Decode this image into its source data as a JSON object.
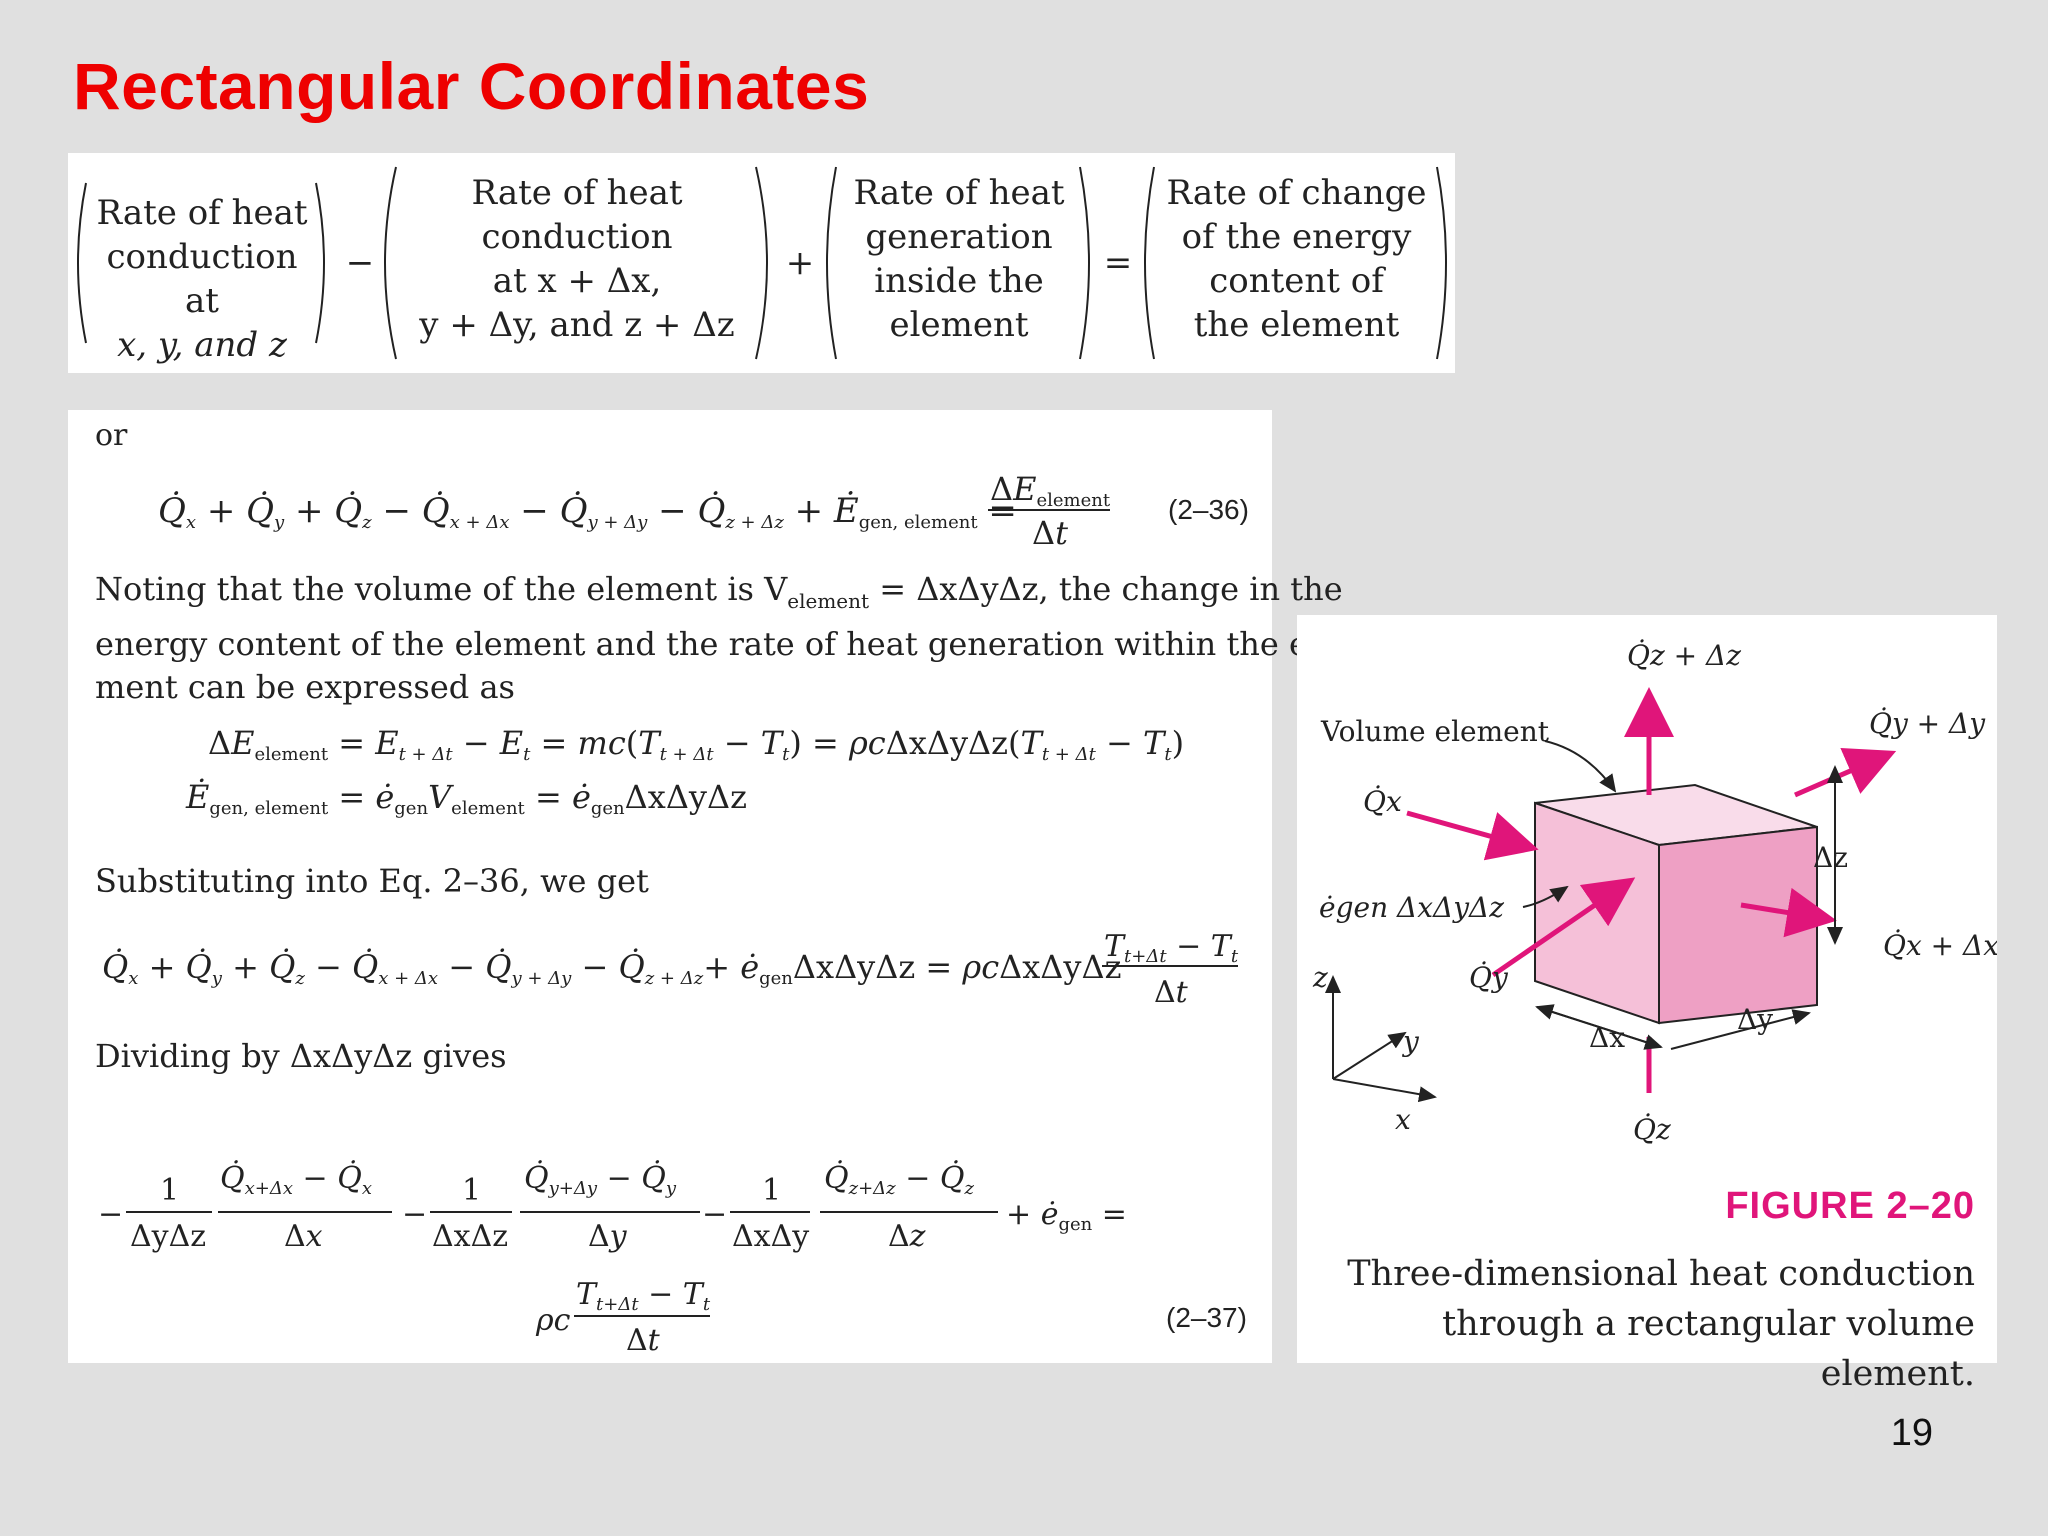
{
  "slide": {
    "title": "Rectangular Coordinates",
    "number": "19"
  },
  "balance": {
    "term1": [
      "Rate of heat",
      "conduction at",
      "x, y, and z"
    ],
    "term2": [
      "Rate of heat",
      "conduction",
      "at x + Δx,",
      "y + Δy, and z + Δz"
    ],
    "term3": [
      "Rate of heat",
      "generation",
      "inside the",
      "element"
    ],
    "term4": [
      "Rate of change",
      "of the energy",
      "content of",
      "the element"
    ],
    "op_minus": "−",
    "op_plus": "+",
    "op_equals": "="
  },
  "derivation": {
    "or": "or",
    "eq_2_36_label": "(2–36)",
    "noting_text": "Noting that the volume of the element is V",
    "noting_sub": "element",
    "noting_text2": " = ΔxΔyΔz, the change in the",
    "noting_line2": "energy content of the element and the rate of heat generation within the ele-",
    "noting_line3": "ment can be expressed as",
    "substituting": "Substituting into Eq. 2–36, we get",
    "dividing": "Dividing by ΔxΔyΔz gives",
    "eq_2_37_label": "(2–37)"
  },
  "figure": {
    "label_volume_element": "Volume element",
    "label_qx": "Q̇x",
    "label_qy": "Q̇y",
    "label_qz": "Q̇z",
    "label_qx_dx": "Q̇x + Δx",
    "label_qy_dy": "Q̇y + Δy",
    "label_qz_dz": "Q̇z + Δz",
    "label_egen": "ėgen ΔxΔyΔz",
    "label_dx": "Δx",
    "label_dy": "Δy",
    "label_dz": "Δz",
    "axis_x": "x",
    "axis_y": "y",
    "axis_z": "z",
    "caption_title": "FIGURE 2–20",
    "caption_line1": "Three-dimensional heat conduction",
    "caption_line2": "through a rectangular volume element."
  },
  "colors": {
    "title": "#ee0000",
    "arrow": "#e0157a",
    "cube_front": "#f5c0d8",
    "cube_side": "#eea0c4",
    "cube_top": "#f9dcea"
  }
}
